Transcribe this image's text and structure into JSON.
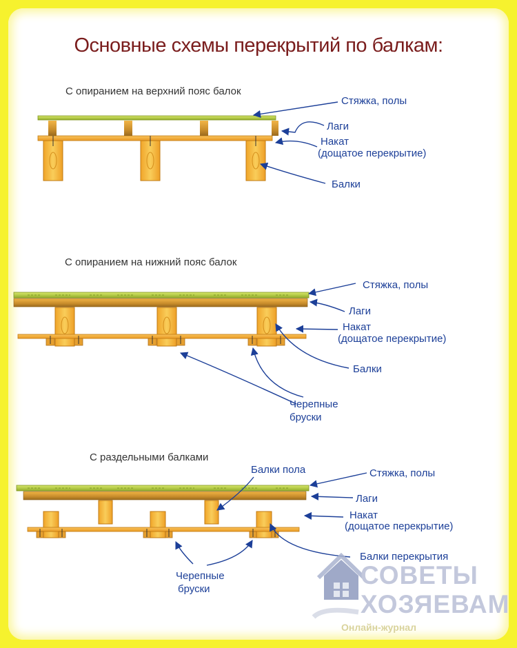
{
  "title": "Основные схемы перекрытий по балкам:",
  "colors": {
    "frame": "#f6f22e",
    "wood": "#f3b23a",
    "wood_dark": "#c9841b",
    "screed": "#b9d33a",
    "label": "#1c3f98",
    "title": "#7a1d1d"
  },
  "schemes": [
    {
      "title": "С опиранием на верхний пояс балок",
      "labels": {
        "screed": "Стяжка, полы",
        "joists": "Лаги",
        "deck_line1": "Накат",
        "deck_line2": "(дощатое перекрытие)",
        "beams": "Балки"
      }
    },
    {
      "title": "С опиранием на нижний пояс балок",
      "labels": {
        "screed": "Стяжка, полы",
        "joists": "Лаги",
        "deck_line1": "Накат",
        "deck_line2": "(дощатое перекрытие)",
        "beams": "Балки",
        "cranial_line1": "Черепные",
        "cranial_line2": "бруски"
      }
    },
    {
      "title": "С раздельными балками",
      "labels": {
        "floor_beams": "Балки пола",
        "screed": "Стяжка, полы",
        "joists": "Лаги",
        "deck_line1": "Накат",
        "deck_line2": "(дощатое перекрытие)",
        "ceiling_beams": "Балки перекрытия",
        "cranial_line1": "Черепные",
        "cranial_line2": "бруски"
      }
    }
  ],
  "watermark": {
    "line1": "СОВЕТЫ",
    "line2": "ХОЗЯЕВАМ",
    "sub": "Онлайн-журнал",
    "icon": "house-logo-icon"
  }
}
